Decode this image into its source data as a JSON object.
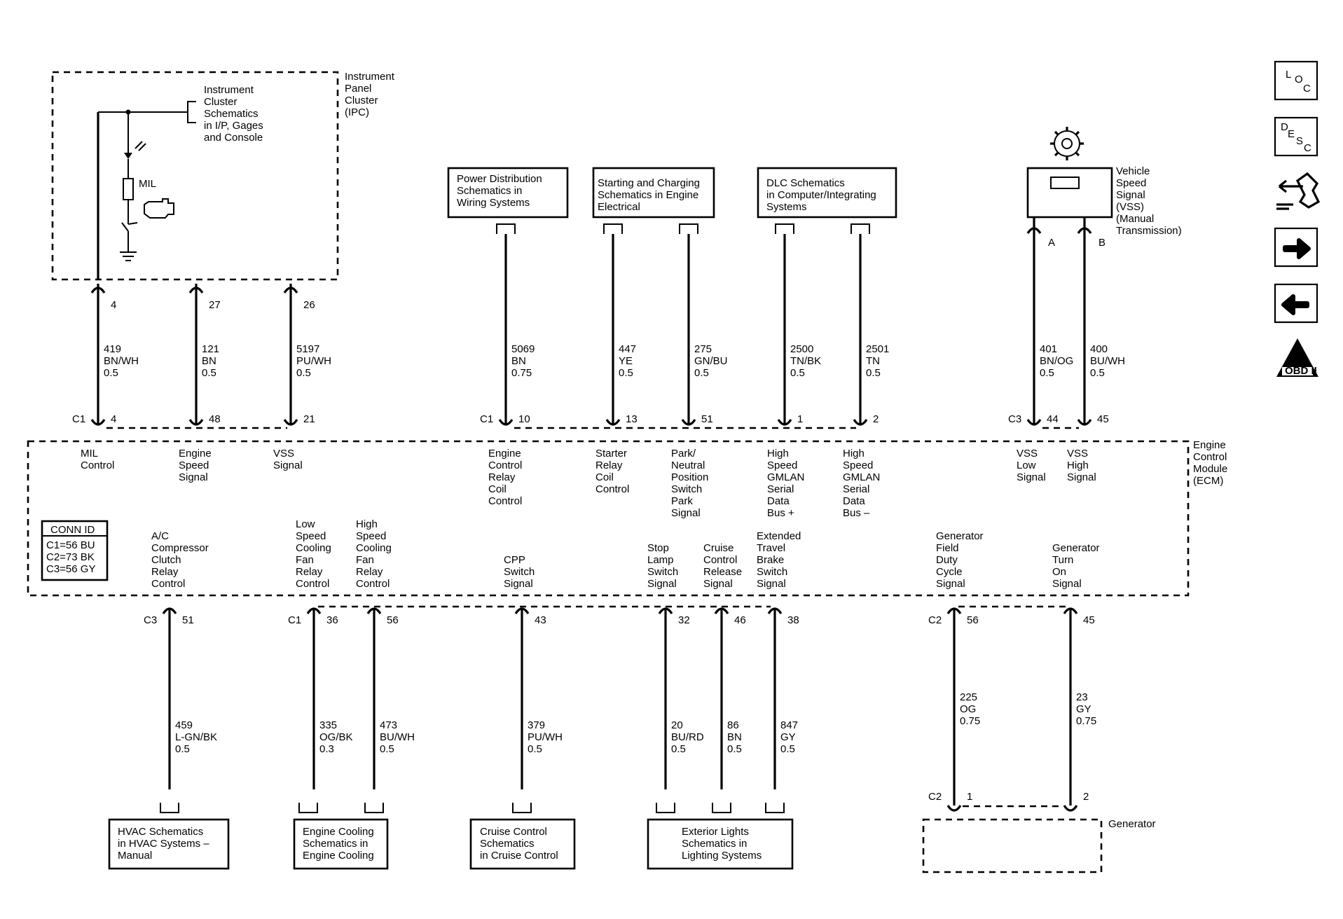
{
  "ipc": {
    "label": [
      "Instrument",
      "Panel",
      "Cluster",
      "(IPC)"
    ],
    "ref": [
      "Instrument",
      "Cluster",
      "Schematics",
      "in I/P, Gages",
      "and Console"
    ],
    "mil_label": "MIL"
  },
  "ecm": {
    "label": [
      "Engine",
      "Control",
      "Module",
      "(ECM)"
    ]
  },
  "conn_id": {
    "title": "CONN ID",
    "rows": [
      "C1=56 BU",
      "C2=73 BK",
      "C3=56 GY"
    ]
  },
  "vss_sensor": {
    "label": [
      "Vehicle",
      "Speed",
      "Signal",
      "(VSS)",
      "(Manual",
      "Transmission)"
    ],
    "pin_a": "A",
    "pin_b": "B"
  },
  "generator": {
    "label": "Generator",
    "conn": "C2",
    "pin1": "1",
    "pin2": "2"
  },
  "ref_boxes": {
    "power": [
      "Power Distribution",
      "Schematics in",
      "Wiring Systems"
    ],
    "starting": [
      "Starting and Charging",
      "Schematics in Engine",
      "Electrical"
    ],
    "dlc": [
      "DLC Schematics",
      "in Computer/Integrating",
      "Systems"
    ],
    "hvac": [
      "HVAC Schematics",
      "in HVAC Systems –",
      "Manual"
    ],
    "cooling": [
      "Engine Cooling",
      "Schematics in",
      "Engine Cooling"
    ],
    "cruise": [
      "Cruise Control",
      "Schematics",
      "in Cruise Control"
    ],
    "lights": [
      "Exterior Lights",
      "Schematics in",
      "Lighting Systems"
    ]
  },
  "top_circuits": [
    {
      "id": "mil",
      "ipc_pin": "4",
      "circuit": "419",
      "color": "BN/WH",
      "gauge": "0.5",
      "conn": "C1",
      "ecm_pin": "4",
      "signal": [
        "MIL",
        "Control"
      ]
    },
    {
      "id": "engine-speed",
      "ipc_pin": "27",
      "circuit": "121",
      "color": "BN",
      "gauge": "0.5",
      "conn": "",
      "ecm_pin": "48",
      "signal": [
        "Engine",
        "Speed",
        "Signal"
      ]
    },
    {
      "id": "vss-signal",
      "ipc_pin": "26",
      "circuit": "5197",
      "color": "PU/WH",
      "gauge": "0.5",
      "conn": "",
      "ecm_pin": "21",
      "signal": [
        "VSS",
        "Signal"
      ]
    },
    {
      "id": "ecm-relay",
      "ipc_pin": "",
      "circuit": "5069",
      "color": "BN",
      "gauge": "0.75",
      "conn": "C1",
      "ecm_pin": "10",
      "signal": [
        "Engine",
        "Control",
        "Relay",
        "Coil",
        "Control"
      ]
    },
    {
      "id": "starter-relay",
      "ipc_pin": "",
      "circuit": "447",
      "color": "YE",
      "gauge": "0.5",
      "conn": "",
      "ecm_pin": "13",
      "signal": [
        "Starter",
        "Relay",
        "Coil",
        "Control"
      ]
    },
    {
      "id": "park-neutral",
      "ipc_pin": "",
      "circuit": "275",
      "color": "GN/BU",
      "gauge": "0.5",
      "conn": "",
      "ecm_pin": "51",
      "signal": [
        "Park/",
        "Neutral",
        "Position",
        "Switch",
        "Park",
        "Signal"
      ]
    },
    {
      "id": "gmlan-plus",
      "ipc_pin": "",
      "circuit": "2500",
      "color": "TN/BK",
      "gauge": "0.5",
      "conn": "",
      "ecm_pin": "1",
      "signal": [
        "High",
        "Speed",
        "GMLAN",
        "Serial",
        "Data",
        "Bus +"
      ]
    },
    {
      "id": "gmlan-minus",
      "ipc_pin": "",
      "circuit": "2501",
      "color": "TN",
      "gauge": "0.5",
      "conn": "",
      "ecm_pin": "2",
      "signal": [
        "High",
        "Speed",
        "GMLAN",
        "Serial",
        "Data",
        "Bus –"
      ]
    },
    {
      "id": "vss-low",
      "ipc_pin": "",
      "circuit": "401",
      "color": "BN/OG",
      "gauge": "0.5",
      "conn": "C3",
      "ecm_pin": "44",
      "signal": [
        "VSS",
        "Low",
        "Signal"
      ]
    },
    {
      "id": "vss-high",
      "ipc_pin": "",
      "circuit": "400",
      "color": "BU/WH",
      "gauge": "0.5",
      "conn": "",
      "ecm_pin": "45",
      "signal": [
        "VSS",
        "High",
        "Signal"
      ]
    }
  ],
  "bottom_circuits": [
    {
      "id": "ac-relay",
      "circuit": "459",
      "color": "L-GN/BK",
      "gauge": "0.5",
      "conn": "C3",
      "ecm_pin": "51",
      "signal": [
        "A/C",
        "Compressor",
        "Clutch",
        "Relay",
        "Control"
      ]
    },
    {
      "id": "low-fan",
      "circuit": "335",
      "color": "OG/BK",
      "gauge": "0.3",
      "conn": "C1",
      "ecm_pin": "36",
      "signal": [
        "Low",
        "Speed",
        "Cooling",
        "Fan",
        "Relay",
        "Control"
      ]
    },
    {
      "id": "high-fan",
      "circuit": "473",
      "color": "BU/WH",
      "gauge": "0.5",
      "conn": "",
      "ecm_pin": "56",
      "signal": [
        "High",
        "Speed",
        "Cooling",
        "Fan",
        "Relay",
        "Control"
      ]
    },
    {
      "id": "cpp",
      "circuit": "379",
      "color": "PU/WH",
      "gauge": "0.5",
      "conn": "",
      "ecm_pin": "43",
      "signal": [
        "CPP",
        "Switch",
        "Signal"
      ]
    },
    {
      "id": "stop-lamp",
      "circuit": "20",
      "color": "BU/RD",
      "gauge": "0.5",
      "conn": "",
      "ecm_pin": "32",
      "signal": [
        "Stop",
        "Lamp",
        "Switch",
        "Signal"
      ]
    },
    {
      "id": "cruise-release",
      "circuit": "86",
      "color": "BN",
      "gauge": "0.5",
      "conn": "",
      "ecm_pin": "46",
      "signal": [
        "Cruise",
        "Control",
        "Release",
        "Signal"
      ]
    },
    {
      "id": "ext-brake",
      "circuit": "847",
      "color": "GY",
      "gauge": "0.5",
      "conn": "",
      "ecm_pin": "38",
      "signal": [
        "Extended",
        "Travel",
        "Brake",
        "Switch",
        "Signal"
      ]
    },
    {
      "id": "gen-field",
      "circuit": "225",
      "color": "OG",
      "gauge": "0.75",
      "conn": "C2",
      "ecm_pin": "56",
      "signal": [
        "Generator",
        "Field",
        "Duty",
        "Cycle",
        "Signal"
      ]
    },
    {
      "id": "gen-turn-on",
      "circuit": "23",
      "color": "GY",
      "gauge": "0.75",
      "conn": "",
      "ecm_pin": "45",
      "signal": [
        "Generator",
        "Turn",
        "On",
        "Signal"
      ]
    }
  ],
  "nav": {
    "loc_icon": "loc-icon",
    "desc_icon": "desc-icon",
    "connector_icon": "connector-end-view-icon",
    "forward_icon": "arrow-right-icon",
    "back_icon": "arrow-left-icon",
    "obd_label": "OBD II",
    "obd_numeral": "II"
  }
}
